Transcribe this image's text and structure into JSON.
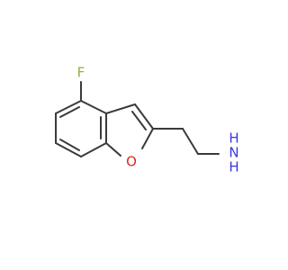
{
  "structure": {
    "atoms": [
      {
        "id": "F",
        "label": "F",
        "color": "#8db33b"
      },
      {
        "id": "O",
        "label": "O",
        "color": "#e8251b"
      },
      {
        "id": "N",
        "label": "NH",
        "label_main": "N",
        "label_h": "H",
        "color": "#3a36e0"
      }
    ],
    "bond_color": "#3a3a3a",
    "background": "#ffffff"
  }
}
